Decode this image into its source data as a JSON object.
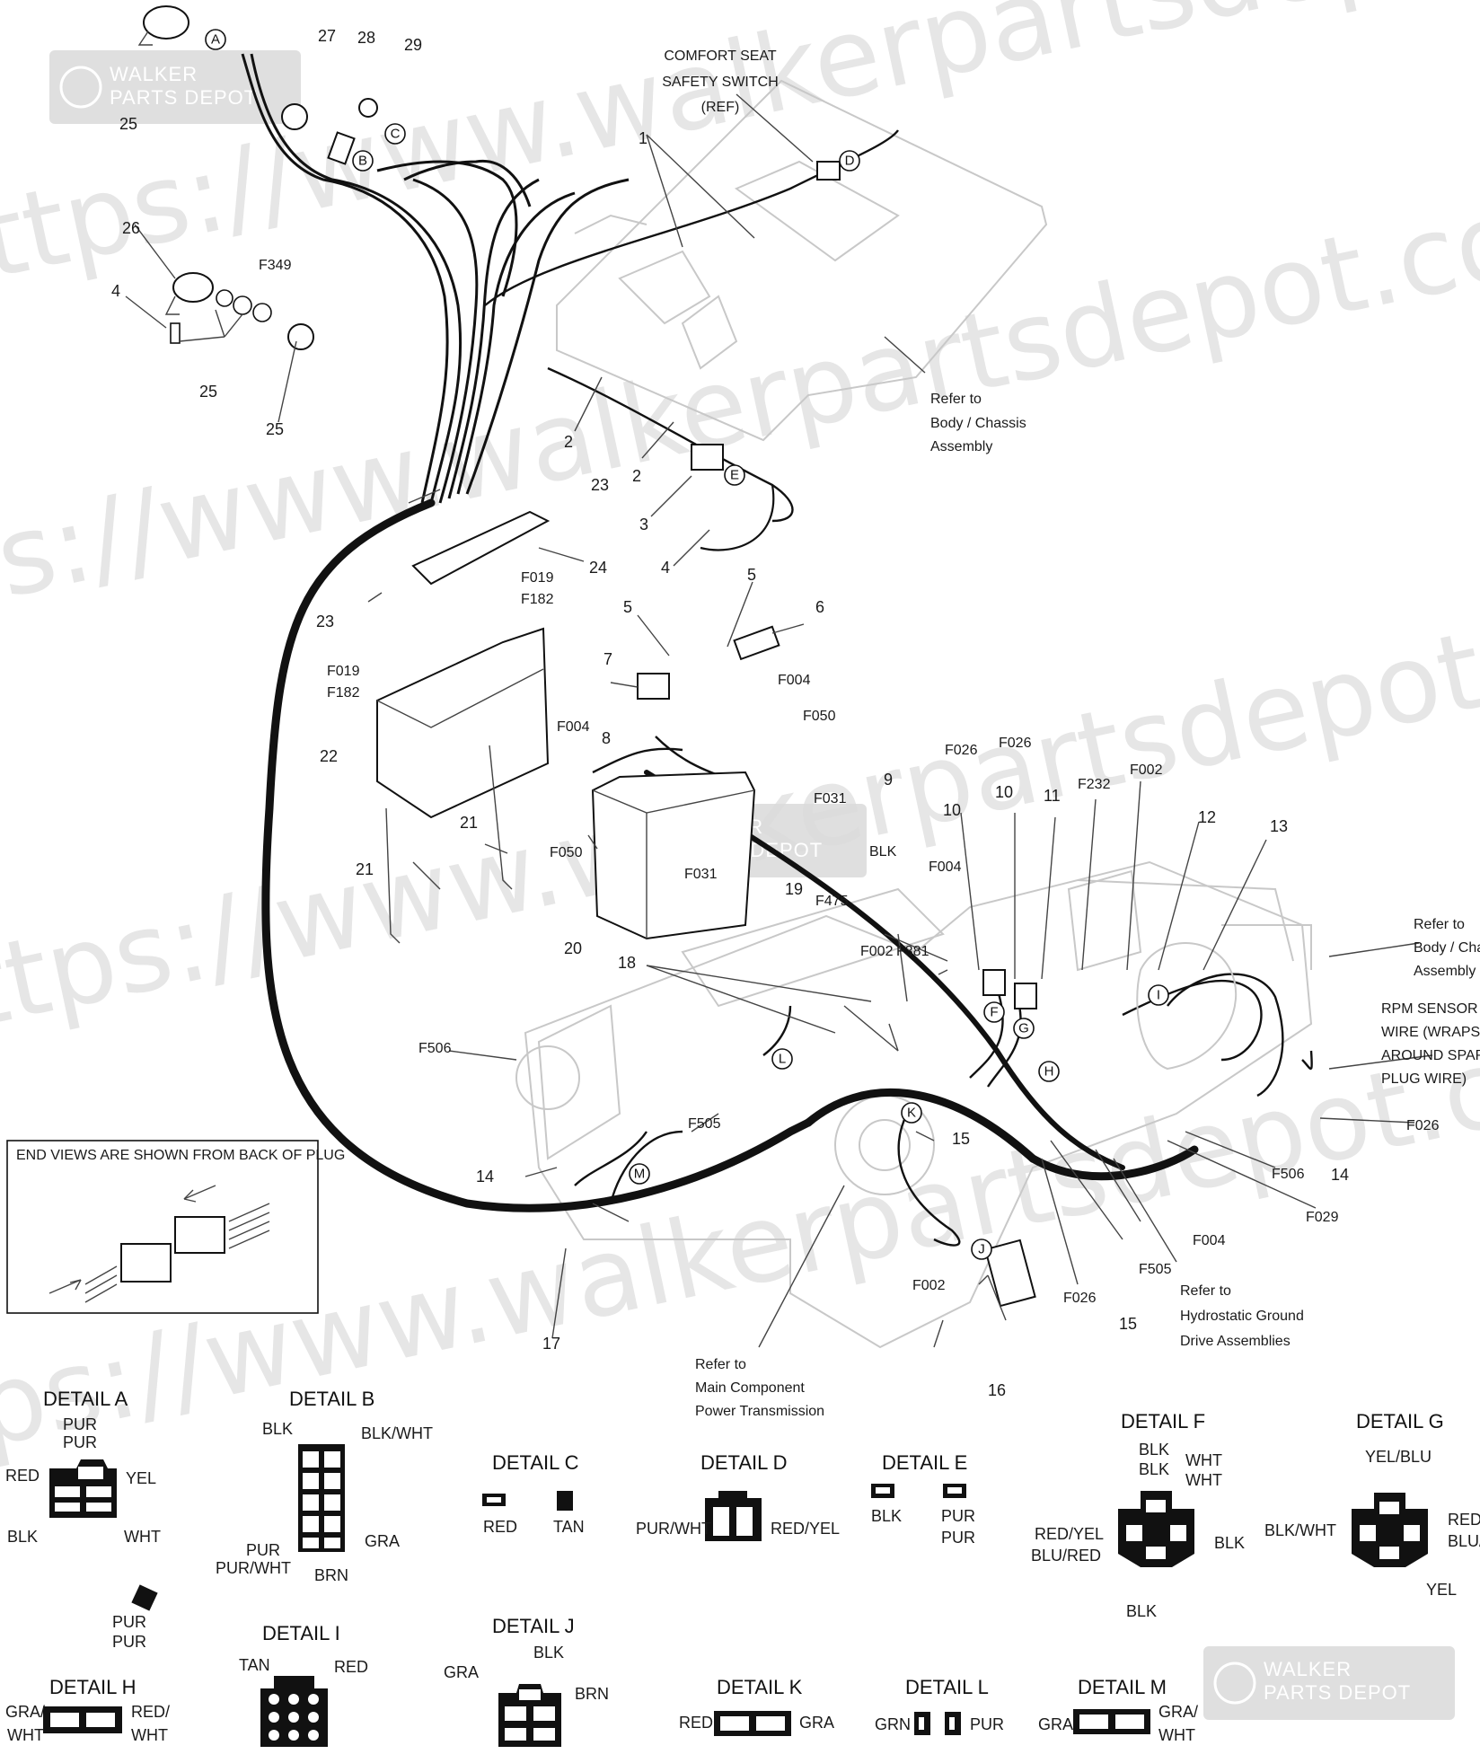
{
  "watermark": {
    "text": "https://www.walkerpartsdepot.com",
    "logo_line1": "WALKER",
    "logo_line2": "PARTS DEPOT"
  },
  "labels": {
    "comfort_seat": [
      "COMFORT SEAT",
      "SAFETY SWITCH",
      "(REF)"
    ],
    "refer_body_chassis_1": [
      "Refer to",
      "Body / Chassis",
      "Assembly"
    ],
    "refer_body_chassis_2": [
      "Refer to",
      "Body / Chas",
      "Assembly"
    ],
    "rpm_sensor": [
      "RPM SENSOR",
      "WIRE (WRAPS",
      "AROUND SPARK",
      "PLUG WIRE)"
    ],
    "refer_hydrostatic": [
      "Refer to",
      "Hydrostatic Ground",
      "Drive Assemblies"
    ],
    "refer_main_component": [
      "Refer to",
      "Main Component",
      "Power Transmission"
    ],
    "end_views": "END VIEWS ARE SHOWN FROM BACK OF PLUG",
    "blk_wire": "BLK"
  },
  "part_numbers": {
    "p1": "1",
    "p2a": "2",
    "p2b": "2",
    "p3": "3",
    "p4a": "4",
    "p4b": "4",
    "p5a": "5",
    "p5b": "5",
    "p6": "6",
    "p7": "7",
    "p8": "8",
    "p9": "9",
    "p10a": "10",
    "p10b": "10",
    "p11": "11",
    "p12": "12",
    "p13": "13",
    "p14a": "14",
    "p14b": "14",
    "p15a": "15",
    "p15b": "15",
    "p16": "16",
    "p17": "17",
    "p18": "18",
    "p19": "19",
    "p20": "20",
    "p21a": "21",
    "p21b": "21",
    "p22": "22",
    "p23a": "23",
    "p23b": "23",
    "p24": "24",
    "p25a": "25",
    "p25b": "25",
    "p25c": "25",
    "p26": "26",
    "p27": "27",
    "p28": "28",
    "p29": "29"
  },
  "hardware_codes": {
    "f349": "F349",
    "f019a": "F019",
    "f182a": "F182",
    "f019b": "F019",
    "f182b": "F182",
    "f004a": "F004",
    "f050a": "F050",
    "f004b": "F004",
    "f050b": "F050",
    "f031a": "F031",
    "f031b": "F031",
    "f475": "F475",
    "f026a": "F026",
    "f026b": "F026",
    "f232": "F232",
    "f002a": "F002",
    "f004c": "F004",
    "f002b": "F002",
    "f381": "F381",
    "f506a": "F506",
    "f505a": "F505",
    "f026c": "F026",
    "f506b": "F506",
    "f029": "F029",
    "f004d": "F004",
    "f505b": "F505",
    "f026d": "F026",
    "f002c": "F002"
  },
  "callouts": [
    "A",
    "B",
    "C",
    "D",
    "E",
    "F",
    "G",
    "H",
    "I",
    "J",
    "K",
    "L",
    "M"
  ],
  "details": {
    "a": {
      "title": "DETAIL A",
      "wires": [
        "PUR",
        "PUR",
        "RED",
        "YEL",
        "BLK",
        "WHT"
      ]
    },
    "b": {
      "title": "DETAIL B",
      "wires": [
        "BLK",
        "BLK/WHT",
        "PUR",
        "PUR/WHT",
        "GRA",
        "BRN"
      ]
    },
    "b2": {
      "wires": [
        "PUR",
        "PUR"
      ]
    },
    "c": {
      "title": "DETAIL C",
      "wires": [
        "RED",
        "TAN"
      ]
    },
    "d": {
      "title": "DETAIL D",
      "wires": [
        "PUR/WHT",
        "RED/YEL"
      ]
    },
    "e": {
      "title": "DETAIL E",
      "wires": [
        "BLK",
        "PUR",
        "PUR"
      ]
    },
    "f": {
      "title": "DETAIL F",
      "wires": [
        "BLK",
        "BLK",
        "WHT",
        "WHT",
        "RED/YEL",
        "BLU/RED",
        "BLK",
        "BLK"
      ]
    },
    "g": {
      "title": "DETAIL G",
      "wires": [
        "YEL/BLU",
        "BLK/WHT",
        "RED/",
        "BLU/",
        "YEL"
      ]
    },
    "h": {
      "title": "DETAIL H",
      "wires": [
        "GRA/",
        "WHT",
        "RED/",
        "WHT"
      ]
    },
    "i": {
      "title": "DETAIL I",
      "wires": [
        "TAN",
        "RED"
      ]
    },
    "j": {
      "title": "DETAIL J",
      "wires": [
        "BLK",
        "GRA",
        "BRN"
      ]
    },
    "k": {
      "title": "DETAIL K",
      "wires": [
        "RED",
        "GRA"
      ]
    },
    "l": {
      "title": "DETAIL L",
      "wires": [
        "GRN",
        "PUR"
      ]
    },
    "m": {
      "title": "DETAIL M",
      "wires": [
        "GRA",
        "GRA/",
        "WHT"
      ]
    }
  }
}
